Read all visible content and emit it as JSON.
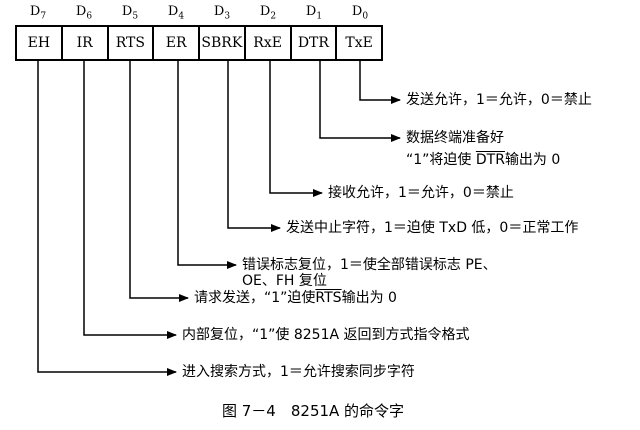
{
  "bits": [
    {
      "d": "D",
      "sub": "7",
      "field": "EH"
    },
    {
      "d": "D",
      "sub": "6",
      "field": "IR"
    },
    {
      "d": "D",
      "sub": "5",
      "field": "RTS"
    },
    {
      "d": "D",
      "sub": "4",
      "field": "ER"
    },
    {
      "d": "D",
      "sub": "3",
      "field": "SBRK"
    },
    {
      "d": "D",
      "sub": "2",
      "field": "RxE"
    },
    {
      "d": "D",
      "sub": "1",
      "field": "DTR"
    },
    {
      "d": "D",
      "sub": "0",
      "field": "TxE"
    }
  ],
  "descriptions": {
    "d0": "发送允许，1＝允许，0＝禁止",
    "d1_line1": "数据终端准备好",
    "d1_line2_a": "“1”将迫使 ",
    "d1_line2_b": "DTR",
    "d1_line2_c": "输出为 0",
    "d2": "接收允许，1＝允许，0＝禁止",
    "d3": "发送中止字符，1＝迫使 TxD 低，0＝正常工作",
    "d4_line1": "错误标志复位，1＝使全部错误标志 PE、",
    "d4_line2": "OE、FH 复位",
    "d5_a": "请求发送，“1”迫使",
    "d5_b": "RTS",
    "d5_c": "输出为 0",
    "d6": "内部复位，“1”使 8251A 返回到方式指令格式",
    "d7": "进入搜索方式，1＝允许搜索同步字符"
  },
  "caption": "图 7－4　8251A 的命令字"
}
